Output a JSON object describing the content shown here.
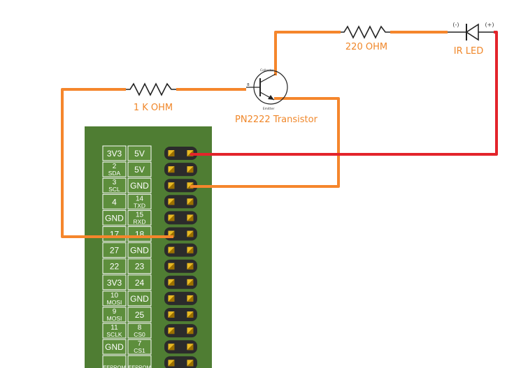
{
  "colors": {
    "wire_orange": "#f5862c",
    "wire_red": "#e3242b",
    "board_green": "#4f7d33",
    "cell_green": "#5d8e3c",
    "pin_dark": "#2b2b2b",
    "pin_gold": "#e8b923"
  },
  "labels": {
    "resistor_1k": "1 K OHM",
    "resistor_220": "220 OHM",
    "transistor": "PN2222 Transistor",
    "led": "IR LED",
    "transistor_collector": "Collector",
    "transistor_emitter": "Emitter",
    "transistor_base": "B",
    "led_minus": "(-)",
    "led_plus": "(+)"
  },
  "header_rows": [
    {
      "left_main": "3V3",
      "left_sub": "",
      "right_main": "5V",
      "right_sub": ""
    },
    {
      "left_main": "2",
      "left_sub": "SDA",
      "right_main": "5V",
      "right_sub": ""
    },
    {
      "left_main": "3",
      "left_sub": "SCL",
      "right_main": "GND",
      "right_sub": ""
    },
    {
      "left_main": "4",
      "left_sub": "",
      "right_main": "14",
      "right_sub": "TXD"
    },
    {
      "left_main": "GND",
      "left_sub": "",
      "right_main": "15",
      "right_sub": "RXD"
    },
    {
      "left_main": "17",
      "left_sub": "",
      "right_main": "18",
      "right_sub": ""
    },
    {
      "left_main": "27",
      "left_sub": "",
      "right_main": "GND",
      "right_sub": ""
    },
    {
      "left_main": "22",
      "left_sub": "",
      "right_main": "23",
      "right_sub": ""
    },
    {
      "left_main": "3V3",
      "left_sub": "",
      "right_main": "24",
      "right_sub": ""
    },
    {
      "left_main": "10",
      "left_sub": "MOSI",
      "right_main": "GND",
      "right_sub": ""
    },
    {
      "left_main": "9",
      "left_sub": "MOSI",
      "right_main": "25",
      "right_sub": ""
    },
    {
      "left_main": "11",
      "left_sub": "SCLK",
      "right_main": "8",
      "right_sub": "CS0"
    },
    {
      "left_main": "GND",
      "left_sub": "",
      "right_main": "7",
      "right_sub": "CS1"
    },
    {
      "left_main": "",
      "left_sub": "EEPROM",
      "right_main": "",
      "right_sub": "EEPROM"
    }
  ]
}
